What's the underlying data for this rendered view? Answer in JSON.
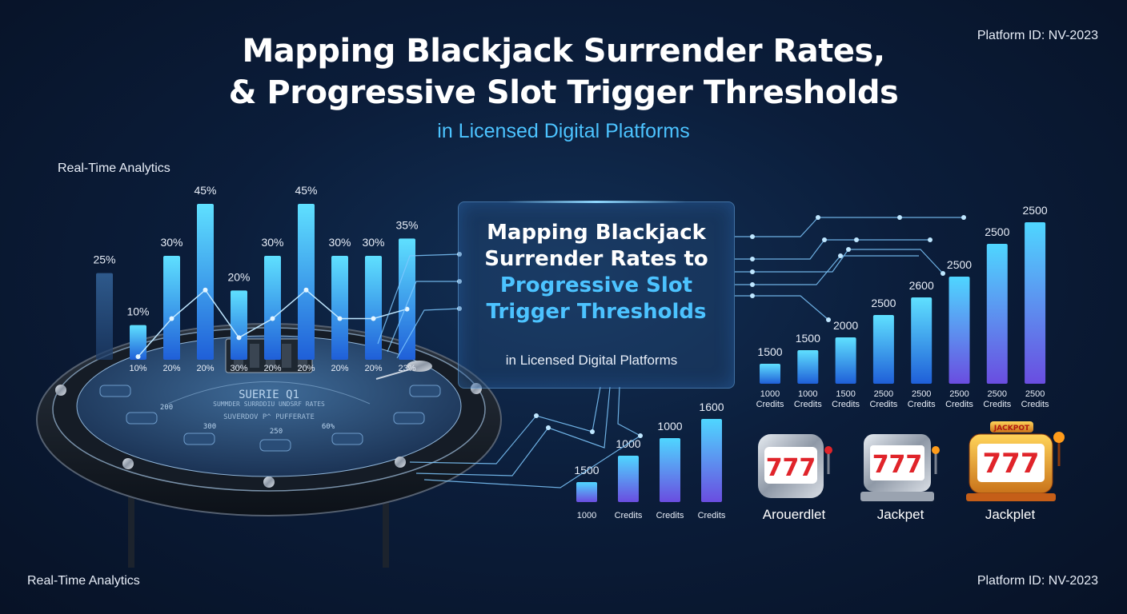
{
  "header": {
    "title_line1": "Mapping Blackjack Surrender Rates,",
    "title_line2": "& Progressive Slot Trigger Thresholds",
    "subtitle": "in Licensed Digital Platforms",
    "platform_id_top": "Platform ID: NV-2023",
    "platform_id_bottom": "Platform ID: NV-2023",
    "analytics_top": "Real-Time Analytics",
    "analytics_bottom": "Real-Time Analytics"
  },
  "panel": {
    "title_line1": "Mapping Blackjack",
    "title_line2": "Surrender Rates to",
    "title_line3": "Progressive Slot",
    "title_line4": "Trigger Thresholds",
    "subtitle": "in Licensed Digital Platforms"
  },
  "table": {
    "felt_title": "SUERIE Q1",
    "felt_arc1": "SUMMDER SURRDDIU UNDSRF RATES",
    "felt_arc2": "SUVERDOV P^ PUFFERATE",
    "spot_labels": [
      "200",
      "300",
      "60%",
      "250"
    ]
  },
  "colors": {
    "bar_top": "#4fd2ff",
    "bar_bottom": "#1e5fd6",
    "bar_purple": "#6a4de0",
    "accent": "#4cc3ff"
  },
  "chart_data": [
    {
      "type": "bar",
      "name_note": "",
      "value_labels": [
        "25%",
        "10%",
        "30%",
        "45%",
        "20%",
        "30%",
        "45%",
        "30%",
        "30%",
        "35%"
      ],
      "values": [
        25,
        10,
        30,
        45,
        20,
        30,
        45,
        30,
        30,
        35
      ],
      "categories": [
        "",
        "10%",
        "20%",
        "20%",
        "30%",
        "20%",
        "20%",
        "20%",
        "20%",
        "23%"
      ],
      "line_overlay": true,
      "ylim": [
        0,
        50
      ]
    },
    {
      "type": "bar",
      "value_labels": [
        "1500",
        "1500",
        "2000",
        "2500",
        "2600",
        "2500",
        "2500",
        "2500"
      ],
      "values": [
        1500,
        1500,
        2000,
        2500,
        2600,
        2500,
        2500,
        2500
      ],
      "categories_line1": [
        "1000",
        "1000",
        "1500",
        "2500",
        "2500",
        "2500",
        "2500",
        "2500"
      ],
      "categories_line2": [
        "Credits",
        "Credits",
        "Credits",
        "Credits",
        "Credits",
        "Credits",
        "Credits",
        "Credits"
      ]
    },
    {
      "type": "bar",
      "value_labels": [
        "1500",
        "1000",
        "1000",
        "1600"
      ],
      "values": [
        1500,
        1000,
        1000,
        1600
      ],
      "categories": [
        "1000",
        "Credits",
        "Credits",
        "Credits"
      ]
    }
  ],
  "slots": [
    {
      "name": "Arouerdlet",
      "icon": "slot-machine-icon",
      "symbols": "777"
    },
    {
      "name": "Jackpet",
      "icon": "slot-machine-icon",
      "symbols": "777"
    },
    {
      "name": "Jackplet",
      "icon": "jackpot-slot-machine-icon",
      "symbols": "777",
      "topper": "JACKPOT"
    }
  ]
}
